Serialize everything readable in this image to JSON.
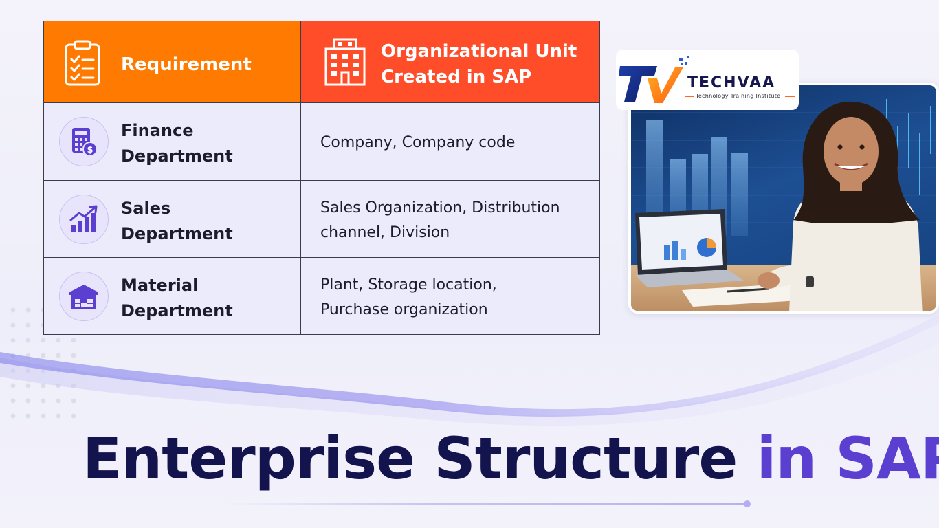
{
  "table": {
    "header": {
      "requirement": "Requirement",
      "unit_line1": "Organizational Unit",
      "unit_line2": "Created in SAP"
    },
    "rows": [
      {
        "icon": "calculator-dollar-icon",
        "dept_line1": "Finance",
        "dept_line2": "Department",
        "unit_line1": "Company, Company code",
        "unit_line2": ""
      },
      {
        "icon": "growth-chart-icon",
        "dept_line1": "Sales",
        "dept_line2": "Department",
        "unit_line1": "Sales Organization, Distribution",
        "unit_line2": "channel, Division"
      },
      {
        "icon": "warehouse-icon",
        "dept_line1": "Material",
        "dept_line2": "Department",
        "unit_line1": "Plant, Storage location,",
        "unit_line2": "Purchase organization"
      }
    ]
  },
  "logo": {
    "name": "TECHVAA",
    "tagline": "Technology Training Institute"
  },
  "title": {
    "main": "Enterprise Structure ",
    "accent": "in SAP"
  },
  "colors": {
    "header_left": "#ff7a00",
    "header_right": "#ff4d2a",
    "icon_purple": "#5a3fd0",
    "title_navy": "#13134d"
  }
}
